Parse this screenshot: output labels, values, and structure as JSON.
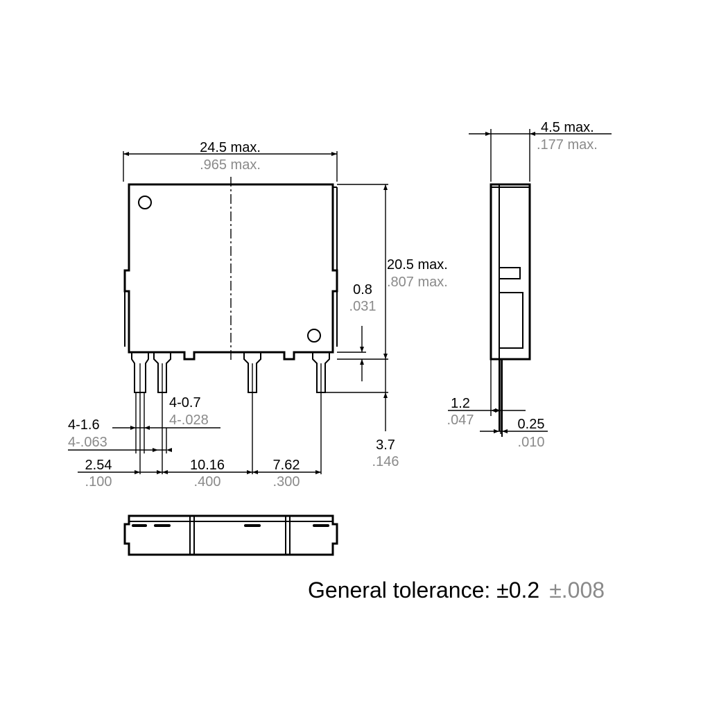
{
  "dimensions": {
    "width_top": {
      "mm": "24.5 max.",
      "inch": ".965 max."
    },
    "height_body": {
      "mm": "20.5 max.",
      "inch": ".807 max."
    },
    "slot_gap": {
      "mm": "0.8",
      "inch": ".031"
    },
    "pin_length": {
      "mm": "3.7",
      "inch": ".146"
    },
    "pin_width": {
      "mm": "4-0.7",
      "inch": "4-.028"
    },
    "pin_thickness": {
      "mm": "4-1.6",
      "inch": "4-.063"
    },
    "pitch_1": {
      "mm": "2.54",
      "inch": ".100"
    },
    "pitch_2": {
      "mm": "10.16",
      "inch": ".400"
    },
    "pitch_3": {
      "mm": "7.62",
      "inch": ".300"
    },
    "depth_side": {
      "mm": "4.5 max.",
      "inch": ".177 max."
    },
    "side_pin_offset": {
      "mm": "1.2",
      "inch": ".047"
    },
    "side_pin_thick": {
      "mm": "0.25",
      "inch": ".010"
    }
  },
  "tolerance": {
    "label": "General tolerance: ±0.2",
    "inch": "±.008"
  },
  "colors": {
    "primary": "#000000",
    "secondary": "#8a8a8a"
  }
}
